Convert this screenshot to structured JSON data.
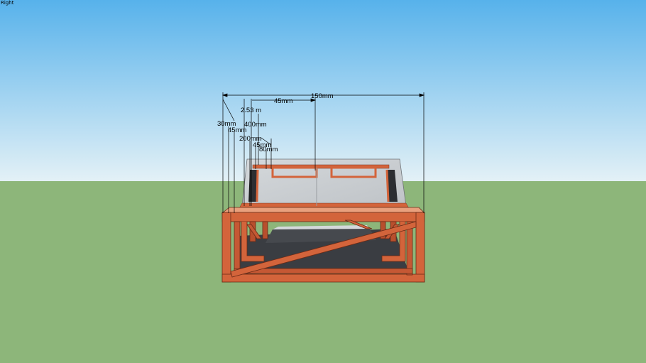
{
  "view": {
    "name": "Right"
  },
  "colors": {
    "sky_top": "#57B2EB",
    "sky_bottom": "#E4F1F6",
    "ground": "#8DB67A",
    "wood": "#D3643B",
    "wood_dark": "#A9482A",
    "panel": "#C9CDD1",
    "floor": "#3A3D42"
  },
  "dimensions": [
    {
      "id": "dim-150",
      "label": "150mm"
    },
    {
      "id": "dim-45-top",
      "label": "45mm"
    },
    {
      "id": "dim-253",
      "label": "2.53 m"
    },
    {
      "id": "dim-400",
      "label": "400mm"
    },
    {
      "id": "dim-30",
      "label": "30mm"
    },
    {
      "id": "dim-45-left",
      "label": "45mm"
    },
    {
      "id": "dim-200",
      "label": "200mm"
    },
    {
      "id": "dim-45-mid",
      "label": "45mm"
    },
    {
      "id": "dim-80",
      "label": "80mm"
    }
  ]
}
